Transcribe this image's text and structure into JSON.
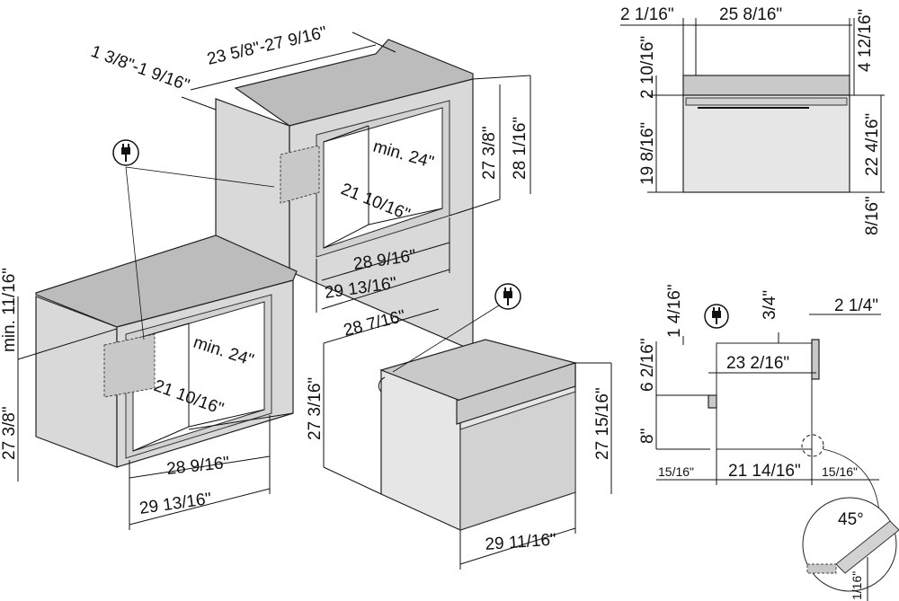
{
  "labels": {
    "top_depth": "23 5/8\"-27 9/16\"",
    "back_gap": "1 3/8\"-1 9/16\"",
    "tall_opening_height_a": "27 3/8\"",
    "tall_opening_height_b": "28 1/16\"",
    "tall_min_depth": "min. 24\"",
    "tall_inner_width": "21 10/16\"",
    "tall_width_a": "28 9/16\"",
    "tall_width_b": "29 13/16\"",
    "base_min_gap": "min. 11/16\"",
    "base_height": "27 3/8\"",
    "base_min_depth": "min. 24\"",
    "base_inner_width": "21 10/16\"",
    "base_width_a": "28 9/16\"",
    "base_width_b": "29 13/16\"",
    "oven_depth": "28 7/16\"",
    "oven_height_left": "27 3/16\"",
    "oven_height_right": "27 15/16\"",
    "oven_width": "29 11/16\"",
    "front_left_offset": "2 1/16\"",
    "front_width": "25 8/16\"",
    "front_top_offset": "4 12/16\"",
    "front_panel_height": "2 10/16\"",
    "front_door_height": "19 8/16\"",
    "front_total_height": "22 4/16\"",
    "front_bottom_offset": "8/16\"",
    "side_top_a": "1 4/16\"",
    "side_top_b": "3/4\"",
    "side_handle": "2 1/4\"",
    "side_depth": "23 2/16\"",
    "side_mid": "6 2/16\"",
    "side_bottom": "8\"",
    "side_bottom_left": "15/16\"",
    "side_bottom_depth": "21 14/16\"",
    "side_bottom_right": "15/16\"",
    "detail_angle": "45°",
    "detail_gap": "1/16\""
  },
  "icons": {
    "plug_icon_tall": "power-plug-icon",
    "plug_icon_oven": "power-plug-icon",
    "plug_icon_side": "power-plug-icon"
  }
}
